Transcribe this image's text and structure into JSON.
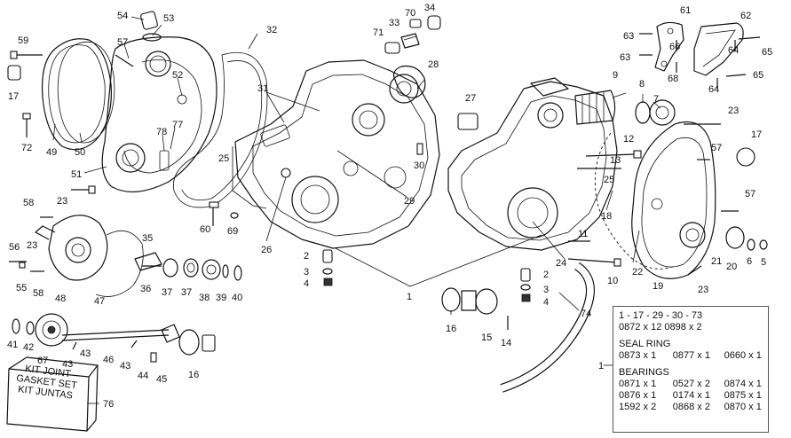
{
  "callouts": [
    {
      "id": "c54",
      "label": "54"
    },
    {
      "id": "c53",
      "label": "53"
    },
    {
      "id": "c59",
      "label": "59"
    },
    {
      "id": "c57a",
      "label": "57"
    },
    {
      "id": "c52",
      "label": "52"
    },
    {
      "id": "c17a",
      "label": "17"
    },
    {
      "id": "c77",
      "label": "77"
    },
    {
      "id": "c78",
      "label": "78"
    },
    {
      "id": "c72",
      "label": "72"
    },
    {
      "id": "c49",
      "label": "49"
    },
    {
      "id": "c50",
      "label": "50"
    },
    {
      "id": "c51",
      "label": "51"
    },
    {
      "id": "c23a",
      "label": "23"
    },
    {
      "id": "c32",
      "label": "32"
    },
    {
      "id": "c31",
      "label": "31"
    },
    {
      "id": "c25a",
      "label": "25"
    },
    {
      "id": "c33",
      "label": "33"
    },
    {
      "id": "c70",
      "label": "70"
    },
    {
      "id": "c34",
      "label": "34"
    },
    {
      "id": "c71",
      "label": "71"
    },
    {
      "id": "c28",
      "label": "28"
    },
    {
      "id": "c27",
      "label": "27"
    },
    {
      "id": "c30",
      "label": "30"
    },
    {
      "id": "c29",
      "label": "29"
    },
    {
      "id": "c26",
      "label": "26"
    },
    {
      "id": "c60",
      "label": "60"
    },
    {
      "id": "c69",
      "label": "69"
    },
    {
      "id": "c58a",
      "label": "58"
    },
    {
      "id": "c35",
      "label": "35"
    },
    {
      "id": "c56",
      "label": "56"
    },
    {
      "id": "c23b",
      "label": "23"
    },
    {
      "id": "c55",
      "label": "55"
    },
    {
      "id": "c58b",
      "label": "58"
    },
    {
      "id": "c48",
      "label": "48"
    },
    {
      "id": "c47",
      "label": "47"
    },
    {
      "id": "c36",
      "label": "36"
    },
    {
      "id": "c37a",
      "label": "37"
    },
    {
      "id": "c37b",
      "label": "37"
    },
    {
      "id": "c38",
      "label": "38"
    },
    {
      "id": "c39",
      "label": "39"
    },
    {
      "id": "c40",
      "label": "40"
    },
    {
      "id": "c2a",
      "label": "2"
    },
    {
      "id": "c3a",
      "label": "3"
    },
    {
      "id": "c4a",
      "label": "4"
    },
    {
      "id": "c1a",
      "label": "1"
    },
    {
      "id": "c9",
      "label": "9"
    },
    {
      "id": "c8",
      "label": "8"
    },
    {
      "id": "c7",
      "label": "7"
    },
    {
      "id": "c61",
      "label": "61"
    },
    {
      "id": "c62",
      "label": "62"
    },
    {
      "id": "c63a",
      "label": "63"
    },
    {
      "id": "c66",
      "label": "66"
    },
    {
      "id": "c63b",
      "label": "63"
    },
    {
      "id": "c68",
      "label": "68"
    },
    {
      "id": "c64a",
      "label": "64"
    },
    {
      "id": "c65a",
      "label": "65"
    },
    {
      "id": "c64b",
      "label": "64"
    },
    {
      "id": "c65b",
      "label": "65"
    },
    {
      "id": "c23c",
      "label": "23"
    },
    {
      "id": "c12",
      "label": "12"
    },
    {
      "id": "c13",
      "label": "13"
    },
    {
      "id": "c17b",
      "label": "17"
    },
    {
      "id": "c57b",
      "label": "57"
    },
    {
      "id": "c25b",
      "label": "25"
    },
    {
      "id": "c57c",
      "label": "57"
    },
    {
      "id": "c18",
      "label": "18"
    },
    {
      "id": "c11",
      "label": "11"
    },
    {
      "id": "c24",
      "label": "24"
    },
    {
      "id": "c22",
      "label": "22"
    },
    {
      "id": "c21",
      "label": "21"
    },
    {
      "id": "c20",
      "label": "20"
    },
    {
      "id": "c6",
      "label": "6"
    },
    {
      "id": "c5",
      "label": "5"
    },
    {
      "id": "c19",
      "label": "19"
    },
    {
      "id": "c23d",
      "label": "23"
    },
    {
      "id": "c10",
      "label": "10"
    },
    {
      "id": "c2b",
      "label": "2"
    },
    {
      "id": "c3b",
      "label": "3"
    },
    {
      "id": "c4b",
      "label": "4"
    },
    {
      "id": "c16a",
      "label": "16"
    },
    {
      "id": "c15",
      "label": "15"
    },
    {
      "id": "c14",
      "label": "14"
    },
    {
      "id": "c74",
      "label": "74"
    },
    {
      "id": "c41",
      "label": "41"
    },
    {
      "id": "c42",
      "label": "42"
    },
    {
      "id": "c67",
      "label": "67"
    },
    {
      "id": "c43a",
      "label": "43"
    },
    {
      "id": "c43b",
      "label": "43"
    },
    {
      "id": "c46",
      "label": "46"
    },
    {
      "id": "c43c",
      "label": "43"
    },
    {
      "id": "c44",
      "label": "44"
    },
    {
      "id": "c45",
      "label": "45"
    },
    {
      "id": "c16b",
      "label": "16"
    },
    {
      "id": "c76",
      "label": "76"
    },
    {
      "id": "c1b",
      "label": "1"
    }
  ],
  "kit_box": {
    "line1": "KIT JOINT",
    "line2": "GASKET SET",
    "line3": "KIT JUNTAS"
  },
  "info_box": {
    "line1": "1 - 17 - 29 - 30 - 73",
    "line2": "0872 x 12   0898 x 2",
    "seal_title": "SEAL RING",
    "seal_row": [
      "0873 x 1",
      "0877 x 1",
      "0660 x 1"
    ],
    "bearing_title": "BEARINGS",
    "bearing_rows": [
      [
        "0871 x 1",
        "0527 x 2",
        "0874 x 1"
      ],
      [
        "0876 x 1",
        "0174 x 1",
        "0875 x 1"
      ],
      [
        "1592 x 2",
        "0868 x 2",
        "0870 x 1"
      ]
    ]
  }
}
